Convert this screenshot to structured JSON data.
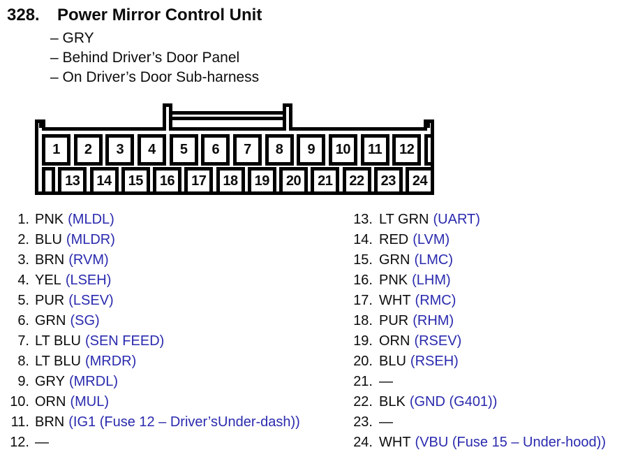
{
  "header": {
    "index": "328.",
    "title": "Power Mirror Control Unit",
    "notes": [
      "– GRY",
      "– Behind Driver’s Door Panel",
      "– On Driver’s Door Sub-harness"
    ]
  },
  "connector": {
    "top_pins": [
      "1",
      "2",
      "3",
      "4",
      "5",
      "6",
      "7",
      "8",
      "9",
      "10",
      "11",
      "12"
    ],
    "bottom_pins": [
      "13",
      "14",
      "15",
      "16",
      "17",
      "18",
      "19",
      "20",
      "21",
      "22",
      "23",
      "24"
    ]
  },
  "pins_left": [
    {
      "num": "1.",
      "wire": "PNK",
      "signal": "(MLDL)"
    },
    {
      "num": "2.",
      "wire": "BLU",
      "signal": "(MLDR)"
    },
    {
      "num": "3.",
      "wire": "BRN",
      "signal": "(RVM)"
    },
    {
      "num": "4.",
      "wire": "YEL",
      "signal": "(LSEH)"
    },
    {
      "num": "5.",
      "wire": "PUR",
      "signal": "(LSEV)"
    },
    {
      "num": "6.",
      "wire": "GRN",
      "signal": "(SG)"
    },
    {
      "num": "7.",
      "wire": "LT BLU",
      "signal": "(SEN FEED)"
    },
    {
      "num": "8.",
      "wire": "LT BLU",
      "signal": "(MRDR)"
    },
    {
      "num": "9.",
      "wire": "GRY",
      "signal": "(MRDL)"
    },
    {
      "num": "10.",
      "wire": "ORN",
      "signal": "(MUL)"
    },
    {
      "num": "11.",
      "wire": "BRN",
      "signal": "(IG1 (Fuse 12 – Driver’sUnder-dash))"
    },
    {
      "num": "12.",
      "wire": "—",
      "signal": ""
    }
  ],
  "pins_right": [
    {
      "num": "13.",
      "wire": "LT GRN",
      "signal": "(UART)"
    },
    {
      "num": "14.",
      "wire": "RED",
      "signal": "(LVM)"
    },
    {
      "num": "15.",
      "wire": "GRN",
      "signal": "(LMC)"
    },
    {
      "num": "16.",
      "wire": "PNK",
      "signal": "(LHM)"
    },
    {
      "num": "17.",
      "wire": "WHT",
      "signal": "(RMC)"
    },
    {
      "num": "18.",
      "wire": "PUR",
      "signal": "(RHM)"
    },
    {
      "num": "19.",
      "wire": "ORN",
      "signal": "(RSEV)"
    },
    {
      "num": "20.",
      "wire": "BLU",
      "signal": "(RSEH)"
    },
    {
      "num": "21.",
      "wire": "—",
      "signal": ""
    },
    {
      "num": "22.",
      "wire": "BLK",
      "signal": "(GND (G401))"
    },
    {
      "num": "23.",
      "wire": "—",
      "signal": ""
    },
    {
      "num": "24.",
      "wire": "WHT",
      "signal": "(VBU (Fuse 15 – Under-hood))"
    }
  ],
  "colors": {
    "signal_blue": "#2a2aae",
    "text_black": "#0c0c0c"
  }
}
